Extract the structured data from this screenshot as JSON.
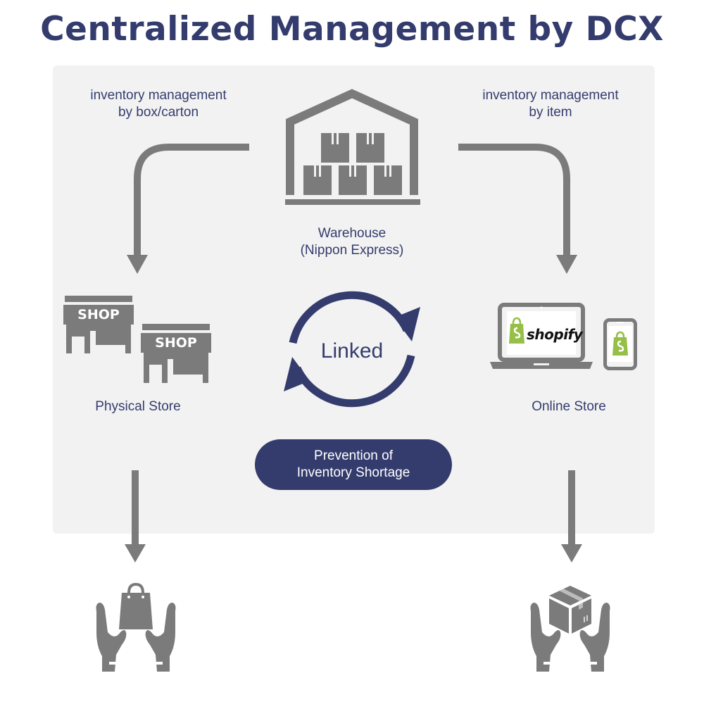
{
  "title": "Centralized Management by DCX",
  "colors": {
    "navy": "#343c6e",
    "gray": "#7b7b7b",
    "panel": "#f2f2f2",
    "shopify_green": "#95bf47"
  },
  "labels": {
    "left_flow_line1": "inventory management",
    "left_flow_line2": "by box/carton",
    "right_flow_line1": "inventory management",
    "right_flow_line2": "by item",
    "warehouse_line1": "Warehouse",
    "warehouse_line2": "(Nippon Express)",
    "physical_store": "Physical Store",
    "online_store": "Online Store",
    "linked": "Linked",
    "pill_line1": "Prevention of",
    "pill_line2": "Inventory Shortage"
  },
  "shop_signs": [
    "SHOP",
    "SHOP"
  ],
  "shopify_wordmark": "shopify",
  "icons": [
    "warehouse-icon",
    "shop-icon",
    "laptop-icon",
    "smartphone-icon",
    "sync-cycle-icon",
    "hands-shopping-bag-icon",
    "hands-parcel-box-icon"
  ]
}
